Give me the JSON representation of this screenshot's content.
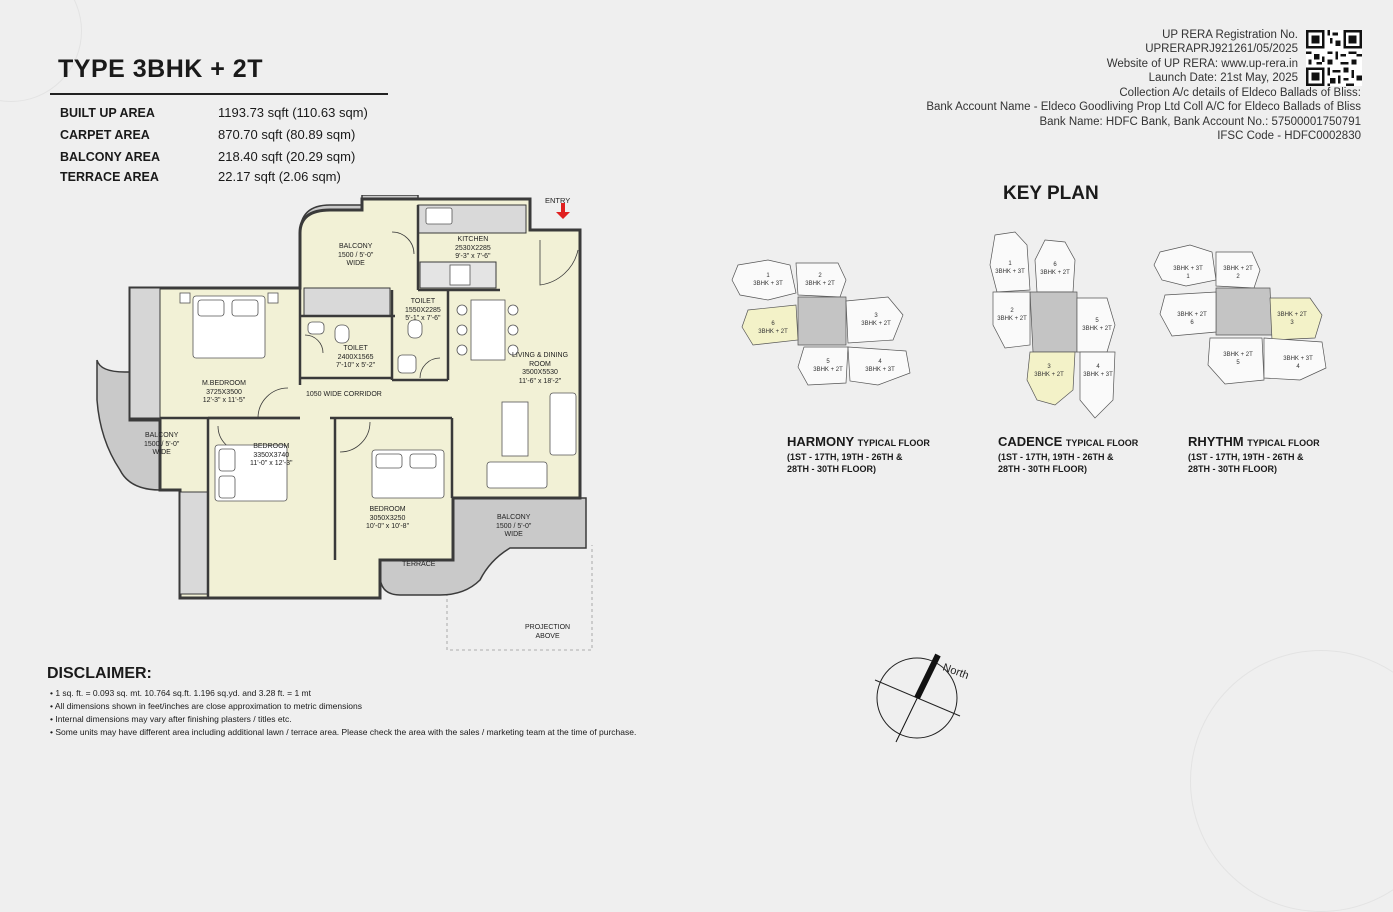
{
  "header": {
    "title": "TYPE 3BHK + 2T"
  },
  "areas": [
    {
      "label": "BUILT UP AREA",
      "value": "1193.73 sqft (110.63 sqm)"
    },
    {
      "label": "CARPET AREA",
      "value": "870.70 sqft (80.89 sqm)"
    },
    {
      "label": "BALCONY AREA",
      "value": "218.40 sqft (20.29 sqm)"
    },
    {
      "label": "TERRACE AREA",
      "value": "22.17 sqft (2.06 sqm)"
    }
  ],
  "registration": {
    "lines": [
      "UP RERA Registration No.",
      "UPRERAPRJ921261/05/2025",
      "Website of UP RERA: www.up-rera.in",
      "Launch Date: 21st May, 2025",
      "Collection A/c details of Eldeco Ballads of Bliss:",
      "Bank Account Name - Eldeco Goodliving Prop Ltd Coll A/C for Eldeco Ballads of Bliss",
      "Bank Name: HDFC Bank, Bank Account No.: 57500001750791",
      "IFSC Code - HDFC0002830"
    ]
  },
  "floor_plan": {
    "entry": "ENTRY",
    "rooms": {
      "kitchen": "KITCHEN\n2530X2285\n9'-3\" x 7'-6\"",
      "balcony_top": "BALCONY\n1500 / 5'-0\"\nWIDE",
      "toilet1": "TOILET\n1550X2285\n5'-1\" x 7'-6\"",
      "toilet2": "TOILET\n2400X1565\n7'-10\" x 5'-2\"",
      "living": "LIVING & DINING\nROOM\n3500X5530\n11'-6\" x 18'-2\"",
      "mbedroom": "M.BEDROOM\n3725X3500\n12'-3\" x 11'-5\"",
      "corridor": "1050 WIDE CORRIDOR",
      "balcony_left": "BALCONY\n1500 / 5'-0\"\nWIDE",
      "bedroom1": "BEDROOM\n3350X3740\n11'-0\" x 12'-3\"",
      "bedroom2": "BEDROOM\n3050X3250\n10'-0\" x 10'-8\"",
      "balcony_right": "BALCONY\n1500 / 5'-0\"\nWIDE",
      "terrace": "TERRACE",
      "projection": "PROJECTION\nABOVE"
    }
  },
  "key_plan": {
    "title": "KEY PLAN",
    "towers": [
      {
        "name": "HARMONY",
        "sub": "TYPICAL FLOOR",
        "floors": "(1ST - 17TH, 19TH - 26TH &\n28TH - 30TH FLOOR)",
        "units": [
          "3BHK + 3T",
          "3BHK + 2T",
          "3BHK + 2T",
          "3BHK + 3T",
          "3BHK + 2T",
          "3BHK + 2T"
        ],
        "nums": [
          "1",
          "2",
          "3",
          "4",
          "5",
          "6"
        ]
      },
      {
        "name": "CADENCE",
        "sub": "TYPICAL FLOOR",
        "floors": "(1ST - 17TH, 19TH - 26TH &\n28TH - 30TH FLOOR)",
        "units": [
          "3BHK + 3T",
          "3BHK + 2T",
          "3BHK + 2T",
          "3BHK + 3T",
          "3BHK + 2T",
          "3BHK + 2T"
        ],
        "nums": [
          "1",
          "2",
          "3",
          "4",
          "5",
          "6"
        ]
      },
      {
        "name": "RHYTHM",
        "sub": "TYPICAL FLOOR",
        "floors": "(1ST - 17TH, 19TH - 26TH &\n28TH - 30TH FLOOR)",
        "units": [
          "3BHK + 3T",
          "3BHK + 2T",
          "3BHK + 2T",
          "3BHK + 3T",
          "3BHK + 2T",
          "3BHK + 2T"
        ],
        "nums": [
          "1",
          "2",
          "3",
          "4",
          "5",
          "6"
        ]
      }
    ]
  },
  "compass": {
    "label": "North"
  },
  "disclaimer": {
    "title": "DISCLAIMER:",
    "items": [
      "1 sq. ft. = 0.093 sq. mt. 10.764 sq.ft. 1.196 sq.yd. and 3.28 ft. = 1 mt",
      "All dimensions shown in feet/inches are close approximation to metric dimensions",
      "Internal dimensions may vary after finishing plasters / titles etc.",
      "Some units may have different area including  additional lawn / terrace area. Please check the area with the sales / marketing team at the time of purchase."
    ]
  },
  "colors": {
    "room_fill": "#f2f1d6",
    "balcony_fill": "#c9c9c9",
    "wall": "#3a3a3a",
    "highlight_unit": "#f3f2c8",
    "core": "#c4c4c4",
    "entry_arrow": "#e02020"
  }
}
